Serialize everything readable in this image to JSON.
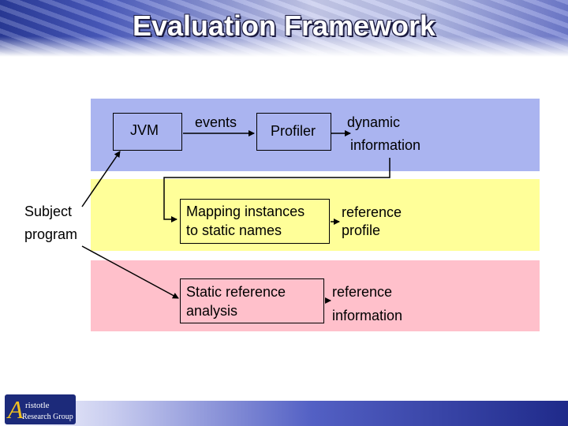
{
  "title": "Evaluation Framework",
  "diagram": {
    "jvm": "JVM",
    "events": "events",
    "profiler": "Profiler",
    "dynamic_line1": "dynamic",
    "dynamic_line2": "information",
    "subject_line1": "Subject",
    "subject_line2": "program",
    "mapping_line1": "Mapping instances",
    "mapping_line2": "to static names",
    "refprofile_line1": "reference",
    "refprofile_line2": "profile",
    "static_line1": "Static reference",
    "static_line2": "analysis",
    "refinfo_line1": "reference",
    "refinfo_line2": "information"
  },
  "logo": {
    "line1": "ristotle",
    "line2": "Research Group"
  },
  "colors": {
    "band_blue": "#aab4f0",
    "band_yellow": "#ffff99",
    "band_pink": "#ffc0cb"
  }
}
